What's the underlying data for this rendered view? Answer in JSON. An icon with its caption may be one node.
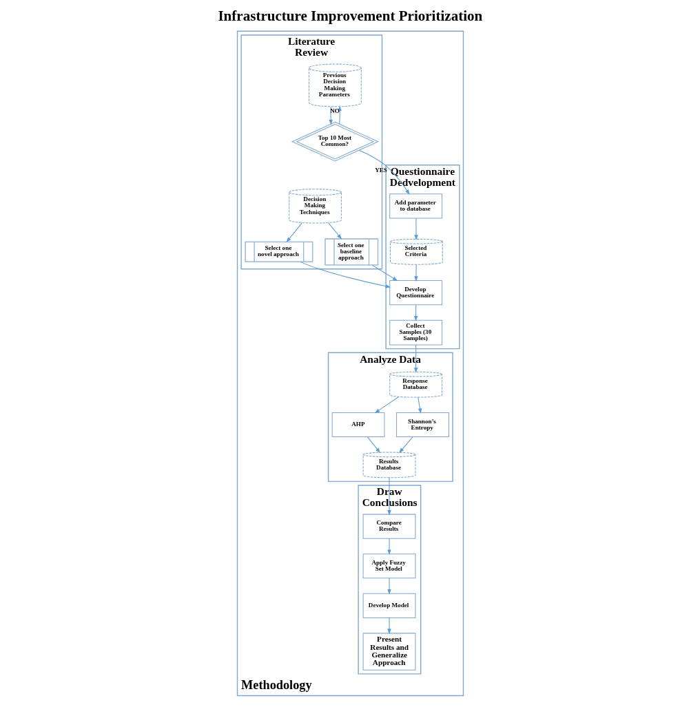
{
  "diagram": {
    "title": "Infrastructure Improvement Prioritization",
    "nodes": [
      {
        "text": [
          "Methodology"
        ]
      },
      {
        "text": [
          "Literature Review"
        ],
        "in": 0
      },
      {
        "text": [
          "Questionnaire Dedvelopment"
        ],
        "in": 0
      },
      {
        "text": [
          "Analyze Data"
        ],
        "in": 0
      },
      {
        "text": [
          "Draw Conclusions"
        ],
        "in": 0
      },
      {
        "text": [
          "Previous Decision Making Parameters"
        ],
        "in": 1
      },
      {
        "text": [
          "Top 10 Most Common?"
        ],
        "in": 1
      },
      {
        "text": [
          "Decision Making Techniques"
        ],
        "in": 1
      },
      {
        "text": [
          "Select one novel approach"
        ],
        "in": 1
      },
      {
        "text": [
          "Select one baseline approach"
        ],
        "in": 1
      },
      {
        "text": [
          "Add parameter to database"
        ],
        "in": 2
      },
      {
        "text": [
          "Selected Criteria"
        ],
        "in": 2
      },
      {
        "text": [
          "Develop Questionnaire"
        ],
        "in": 2
      },
      {
        "text": [
          "Collect Samples (30 Samples)"
        ],
        "in": 2
      },
      {
        "text": [
          "Response Database"
        ],
        "in": 3
      },
      {
        "text": [
          "AHP"
        ],
        "in": 3
      },
      {
        "text": [
          "Shannon’s Entropy"
        ],
        "in": 3
      },
      {
        "text": [
          "Results Database"
        ],
        "in": 3
      },
      {
        "text": [
          "Compare Results"
        ],
        "in": 4
      },
      {
        "text": [
          "Apply Fuzzy Set Model"
        ],
        "in": 4
      },
      {
        "text": [
          "Develop Model"
        ],
        "in": 4
      },
      {
        "text": [
          "Present Results and Generalize Approach"
        ],
        "in": 4
      }
    ],
    "edges": [
      {
        "from": 5,
        "to": 6,
        "arrow": "to"
      },
      {
        "from": 6,
        "to": 5,
        "arrow": "to",
        "label": "NO"
      },
      {
        "from": 6,
        "to": 10,
        "arrow": "to",
        "label": "YES"
      },
      {
        "from": 10,
        "to": 11,
        "arrow": "to"
      },
      {
        "from": 11,
        "to": 12,
        "arrow": "to"
      },
      {
        "from": 7,
        "to": 8,
        "arrow": "to"
      },
      {
        "from": 7,
        "to": 9,
        "arrow": "to"
      },
      {
        "from": 8,
        "to": 12,
        "arrow": "to"
      },
      {
        "from": 9,
        "to": 12,
        "arrow": "to"
      },
      {
        "from": 12,
        "to": 13,
        "arrow": "to"
      },
      {
        "from": 13,
        "to": 14,
        "arrow": "to"
      },
      {
        "from": 14,
        "to": 15,
        "arrow": "to"
      },
      {
        "from": 14,
        "to": 16,
        "arrow": "to"
      },
      {
        "from": 15,
        "to": 17,
        "arrow": "to"
      },
      {
        "from": 16,
        "to": 17,
        "arrow": "to"
      },
      {
        "from": 17,
        "to": 18,
        "arrow": "to"
      },
      {
        "from": 18,
        "to": 19,
        "arrow": "to"
      },
      {
        "from": 19,
        "to": 20,
        "arrow": "to"
      },
      {
        "from": 20,
        "to": 21,
        "arrow": "to"
      }
    ]
  }
}
